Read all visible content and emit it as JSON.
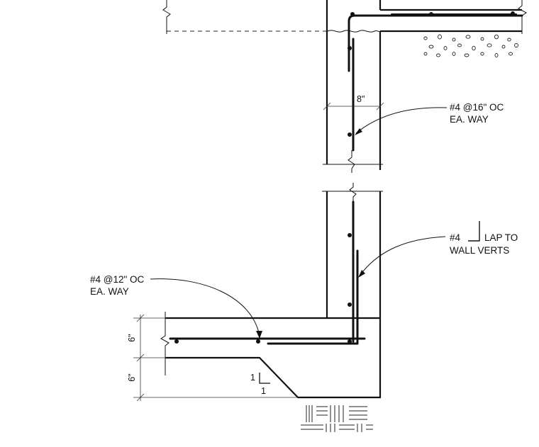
{
  "annotations": {
    "upper_bar_callout_line1": "#4 @16\" OC",
    "upper_bar_callout_line2": "EA. WAY",
    "lap_callout_prefix": "#4",
    "lap_callout_suffix": "LAP TO",
    "lap_callout_line2": "WALL VERTS",
    "footing_callout_line1": "#4 @12\" OC",
    "footing_callout_line2": "EA. WAY"
  },
  "dimensions": {
    "wall_thickness": "8\"",
    "footing_upper": "6\"",
    "footing_lower": "6\"",
    "slope_rise": "1",
    "slope_run": "1"
  }
}
